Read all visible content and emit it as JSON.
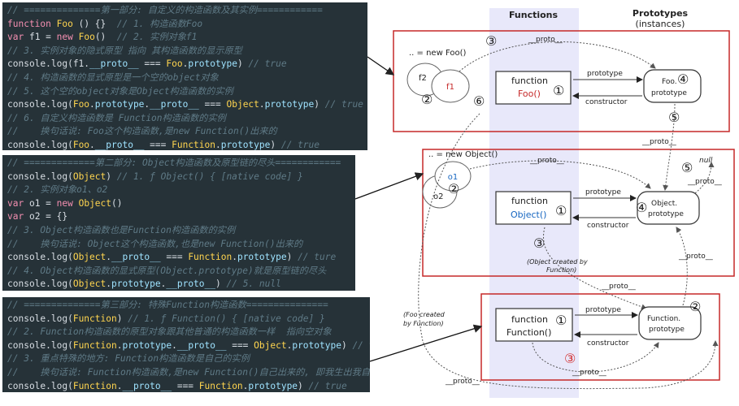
{
  "panel1": {
    "lines": [
      [
        {
          "t": "c",
          "v": "// ==============第一部分: 自定义的构造函数及其实例============"
        }
      ],
      [
        {
          "t": "k",
          "v": "function "
        },
        {
          "t": "f",
          "v": "Foo"
        },
        {
          "t": "p",
          "v": " () {}  "
        },
        {
          "t": "c",
          "v": "// 1. 构造函数Foo"
        }
      ],
      [
        {
          "t": "k",
          "v": "var "
        },
        {
          "t": "p",
          "v": "f1 = "
        },
        {
          "t": "k",
          "v": "new "
        },
        {
          "t": "f",
          "v": "Foo"
        },
        {
          "t": "p",
          "v": "()  "
        },
        {
          "t": "c",
          "v": "// 2. 实例对象f1"
        }
      ],
      [
        {
          "t": "c",
          "v": "// 3. 实例对象的隐式原型 指向 其构造函数的显示原型"
        }
      ],
      [
        {
          "t": "p",
          "v": "console.log(f1."
        },
        {
          "t": "i",
          "v": "__proto__"
        },
        {
          "t": "p",
          "v": " === "
        },
        {
          "t": "f",
          "v": "Foo"
        },
        {
          "t": "p",
          "v": "."
        },
        {
          "t": "i",
          "v": "prototype"
        },
        {
          "t": "p",
          "v": ") "
        },
        {
          "t": "c",
          "v": "// true"
        }
      ],
      [
        {
          "t": "c",
          "v": "// 4. 构造函数的显式原型是一个空的object对象"
        }
      ],
      [
        {
          "t": "c",
          "v": "// 5. 这个空的object对象是Object构造函数的实例"
        }
      ],
      [
        {
          "t": "p",
          "v": "console.log("
        },
        {
          "t": "f",
          "v": "Foo"
        },
        {
          "t": "p",
          "v": "."
        },
        {
          "t": "i",
          "v": "prototype"
        },
        {
          "t": "p",
          "v": "."
        },
        {
          "t": "i",
          "v": "__proto__"
        },
        {
          "t": "p",
          "v": " === "
        },
        {
          "t": "f",
          "v": "Object"
        },
        {
          "t": "p",
          "v": "."
        },
        {
          "t": "i",
          "v": "prototype"
        },
        {
          "t": "p",
          "v": ") "
        },
        {
          "t": "c",
          "v": "// true"
        }
      ],
      [
        {
          "t": "c",
          "v": "// 6. 自定义构造函数是 Function构造函数的实例"
        }
      ],
      [
        {
          "t": "c",
          "v": "//    换句话说: Foo这个构造函数,是new Function()出来的"
        }
      ],
      [
        {
          "t": "p",
          "v": "console.log("
        },
        {
          "t": "f",
          "v": "Foo"
        },
        {
          "t": "p",
          "v": "."
        },
        {
          "t": "i",
          "v": "__proto__"
        },
        {
          "t": "p",
          "v": " === "
        },
        {
          "t": "f",
          "v": "Function"
        },
        {
          "t": "p",
          "v": "."
        },
        {
          "t": "i",
          "v": "prototype"
        },
        {
          "t": "p",
          "v": ") "
        },
        {
          "t": "c",
          "v": "// true"
        }
      ]
    ]
  },
  "panel2": {
    "lines": [
      [
        {
          "t": "c",
          "v": "// =============第二部分: Object构造函数及原型链的尽头============"
        }
      ],
      [
        {
          "t": "p",
          "v": "console.log("
        },
        {
          "t": "f",
          "v": "Object"
        },
        {
          "t": "p",
          "v": ") "
        },
        {
          "t": "c",
          "v": "// 1. ƒ Object() { [native code] }"
        }
      ],
      [
        {
          "t": "c",
          "v": "// 2. 实例对象o1、o2"
        }
      ],
      [
        {
          "t": "k",
          "v": "var "
        },
        {
          "t": "p",
          "v": "o1 = "
        },
        {
          "t": "k",
          "v": "new "
        },
        {
          "t": "f",
          "v": "Object"
        },
        {
          "t": "p",
          "v": "()"
        }
      ],
      [
        {
          "t": "k",
          "v": "var "
        },
        {
          "t": "p",
          "v": "o2 = {}"
        }
      ],
      [
        {
          "t": "c",
          "v": "// 3. Object构造函数也是Function构造函数的实例"
        }
      ],
      [
        {
          "t": "c",
          "v": "//    换句话说: Object这个构造函数,也是new Function()出来的"
        }
      ],
      [
        {
          "t": "p",
          "v": "console.log("
        },
        {
          "t": "f",
          "v": "Object"
        },
        {
          "t": "p",
          "v": "."
        },
        {
          "t": "i",
          "v": "__proto__"
        },
        {
          "t": "p",
          "v": " === "
        },
        {
          "t": "f",
          "v": "Function"
        },
        {
          "t": "p",
          "v": "."
        },
        {
          "t": "i",
          "v": "prototype"
        },
        {
          "t": "p",
          "v": ") "
        },
        {
          "t": "c",
          "v": "// ture"
        }
      ],
      [
        {
          "t": "c",
          "v": "// 4. Object构造函数的显式原型(Object.prototype)就是原型链的尽头"
        }
      ],
      [
        {
          "t": "p",
          "v": "console.log("
        },
        {
          "t": "f",
          "v": "Object"
        },
        {
          "t": "p",
          "v": "."
        },
        {
          "t": "i",
          "v": "prototype"
        },
        {
          "t": "p",
          "v": "."
        },
        {
          "t": "i",
          "v": "__proto__"
        },
        {
          "t": "p",
          "v": ") "
        },
        {
          "t": "c",
          "v": "// 5. null"
        }
      ]
    ]
  },
  "panel3": {
    "lines": [
      [
        {
          "t": "c",
          "v": "// ==============第三部分: 特殊Function构造函数==============="
        }
      ],
      [
        {
          "t": "p",
          "v": "console.log("
        },
        {
          "t": "f",
          "v": "Function"
        },
        {
          "t": "p",
          "v": ") "
        },
        {
          "t": "c",
          "v": "// 1. ƒ Function() { [native code] }"
        }
      ],
      [
        {
          "t": "c",
          "v": "// 2. Function构造函数的原型对象跟其他普通的构造函数一样  指向空对象"
        }
      ],
      [
        {
          "t": "p",
          "v": "console.log("
        },
        {
          "t": "f",
          "v": "Function"
        },
        {
          "t": "p",
          "v": "."
        },
        {
          "t": "i",
          "v": "prototype"
        },
        {
          "t": "p",
          "v": "."
        },
        {
          "t": "i",
          "v": "__proto__"
        },
        {
          "t": "p",
          "v": " === "
        },
        {
          "t": "f",
          "v": "Object"
        },
        {
          "t": "p",
          "v": "."
        },
        {
          "t": "i",
          "v": "prototype"
        },
        {
          "t": "p",
          "v": ") "
        },
        {
          "t": "c",
          "v": "// true"
        }
      ],
      [
        {
          "t": "c",
          "v": "// 3. 重点特殊的地方: Function构造函数是自己的实例"
        }
      ],
      [
        {
          "t": "c",
          "v": "//    换句话说: Function构造函数,是new Function()自己出来的, 即我生出我自己"
        }
      ],
      [
        {
          "t": "p",
          "v": "console.log("
        },
        {
          "t": "f",
          "v": "Function"
        },
        {
          "t": "p",
          "v": "."
        },
        {
          "t": "i",
          "v": "__proto__"
        },
        {
          "t": "p",
          "v": " === "
        },
        {
          "t": "f",
          "v": "Function"
        },
        {
          "t": "p",
          "v": "."
        },
        {
          "t": "i",
          "v": "prototype"
        },
        {
          "t": "p",
          "v": ") "
        },
        {
          "t": "c",
          "v": "// true"
        }
      ]
    ]
  },
  "diagram": {
    "col_functions": "Functions",
    "col_prototypes": "Prototypes",
    "col_instances": "(instances)",
    "new_foo": ".. = new Foo()",
    "new_object": ".. = new Object()",
    "f1": "f1",
    "f2": "f2",
    "o1": "o1",
    "o2": "o2",
    "function_kw": "function",
    "foo_call": "Foo()",
    "object_call": "Object()",
    "function_call": "Function()",
    "foo_proto_1": "Foo.",
    "foo_proto_2": "prototype",
    "obj_proto_1": "Object.",
    "obj_proto_2": "prototype",
    "fn_proto_1": "Function.",
    "fn_proto_2": "prototype",
    "proto_label": "__proto__",
    "prototype_label": "prototype",
    "constructor_label": "constructor",
    "null_label": "null",
    "obj_created_1": "(Object created by",
    "obj_created_2": "Function)",
    "foo_created_1": "(Foo created",
    "foo_created_2": "by Function)",
    "n1": "①",
    "n2": "②",
    "n3": "③",
    "n4": "④",
    "n5": "⑤",
    "n6": "⑥"
  },
  "colors": {
    "code_bg": "#263238",
    "highlight_red": "#d32f2f",
    "functions_column": "#e8e8fa"
  }
}
